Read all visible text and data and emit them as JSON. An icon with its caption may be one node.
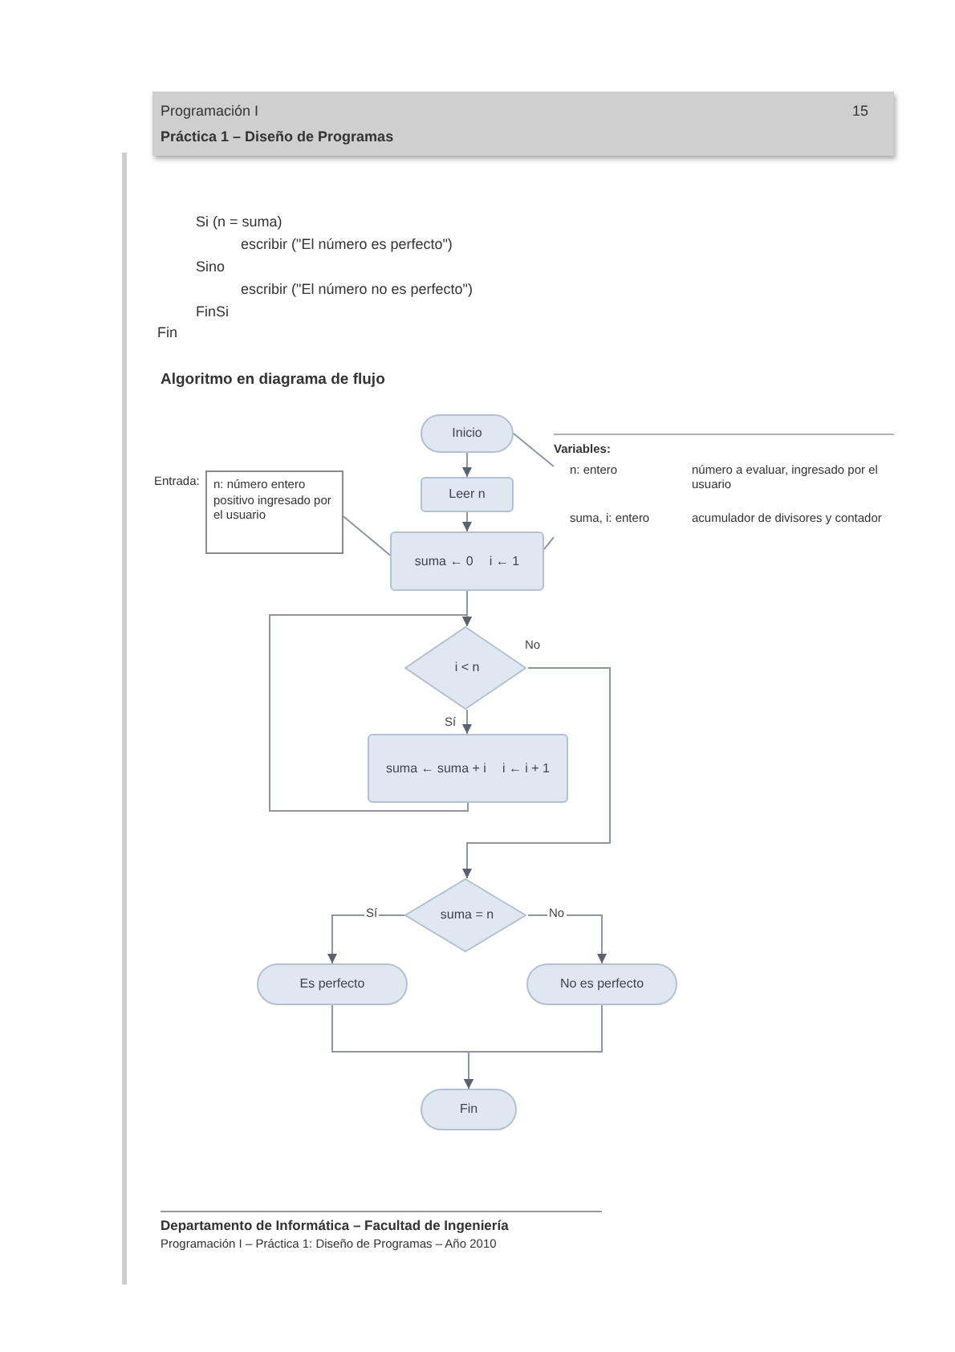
{
  "diagram": {
    "title": "Algoritmo en diagrama de flujo",
    "nodes": [
      {
        "text": [
          "Inicio"
        ]
      },
      {
        "text": [
          "Leer n"
        ]
      },
      {
        "text": [
          "suma ← 0",
          "i ← 1"
        ]
      },
      {
        "text": [
          "i < n"
        ]
      },
      {
        "text": [
          "suma ← suma + i",
          "i ← i + 1"
        ]
      },
      {
        "text": [
          "suma = n"
        ]
      },
      {
        "text": [
          "Es perfecto"
        ]
      },
      {
        "text": [
          "No es perfecto"
        ]
      },
      {
        "text": [
          "Fin"
        ]
      },
      {
        "text": [
          "n: número entero positivo ingresado por el usuario"
        ],
        "beside": [
          "Entrada:"
        ]
      },
      {
        "text": [
          "Variables:",
          "n: entero",
          "número a evaluar, ingresado por el usuario",
          "suma, i: entero",
          "acumulador de divisores y contador"
        ]
      }
    ],
    "edges": [
      {
        "from": 0,
        "to": 1,
        "arrow": "to"
      },
      {
        "from": 1,
        "to": 2,
        "arrow": "to"
      },
      {
        "from": 2,
        "to": 3,
        "arrow": "to"
      },
      {
        "from": 3,
        "to": 4,
        "arrow": "to",
        "label": "Sí"
      },
      {
        "from": 4,
        "to": 3,
        "arrow": "to"
      },
      {
        "from": 3,
        "to": 5,
        "arrow": "to",
        "label": "No"
      },
      {
        "from": 5,
        "to": 6,
        "arrow": "to",
        "label": "Sí"
      },
      {
        "from": 5,
        "to": 7,
        "arrow": "to",
        "label": "No"
      },
      {
        "from": 6,
        "to": 8,
        "arrow": "to"
      },
      {
        "from": 7,
        "to": 8,
        "arrow": "to"
      },
      {
        "from": 9,
        "to": 2,
        "arrow": "none"
      },
      {
        "from": 0,
        "to": 10,
        "arrow": "none"
      },
      {
        "from": 2,
        "to": 10,
        "arrow": "none"
      }
    ],
    "labels": [
      "Programación I",
      "Práctica 1 – Diseño de Programas",
      "15",
      "Si (n = suma)",
      "escribir (\"El número es perfecto\")",
      "Sino",
      "escribir (\"El número no es perfecto\")",
      "FinSi",
      "Fin",
      "Departamento de Informática – Facultad de Ingeniería",
      "Programación I – Práctica 1: Diseño de Programas – Año 2010"
    ]
  }
}
